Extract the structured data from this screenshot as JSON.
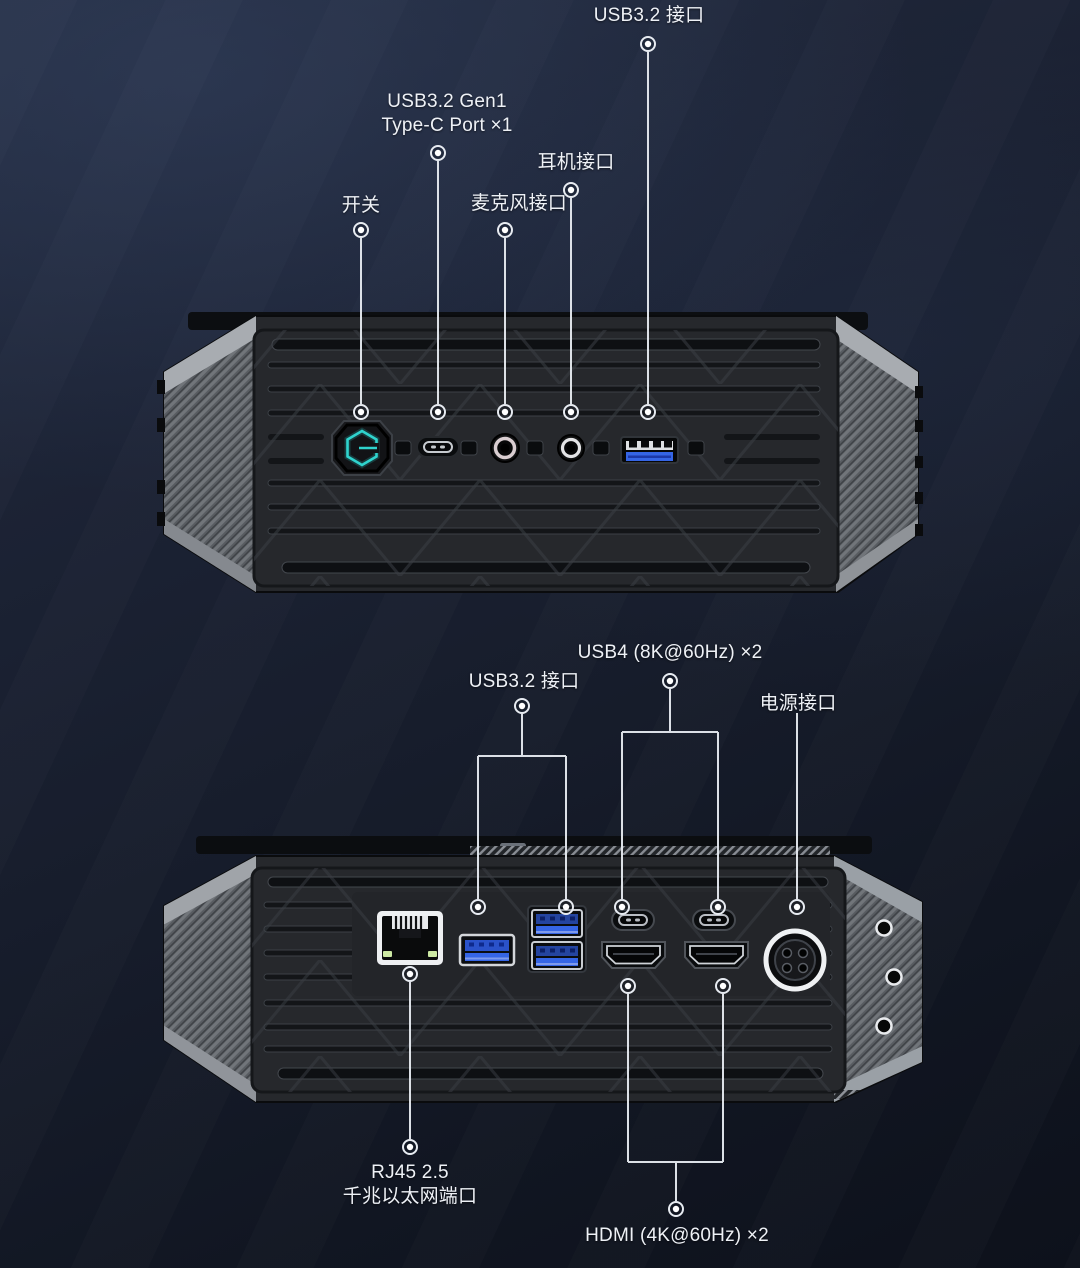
{
  "front_panel": {
    "labels": {
      "usb32": "USB3.2 接口",
      "typec1": "USB3.2 Gen1",
      "typec2": "Type-C Port ×1",
      "headphone": "耳机接口",
      "switch": "开关",
      "mic": "麦克风接口"
    },
    "ports": [
      "power-button",
      "usb-c-port",
      "mic-jack",
      "headphone-jack",
      "usb-a-port"
    ]
  },
  "rear_panel": {
    "labels": {
      "usb4": "USB4 (8K@60Hz) ×2",
      "usb32": "USB3.2 接口",
      "power": "电源接口",
      "rj45_1": "RJ45 2.5",
      "rj45_2": "千兆以太网端口",
      "hdmi": "HDMI (4K@60Hz) ×2"
    },
    "ports": [
      "rj45-port",
      "usb-a-port",
      "usb-a-dual-port",
      "usb4-type-c-port-1",
      "usb4-type-c-port-2",
      "hdmi-port-1",
      "hdmi-port-2",
      "dc-power-port"
    ]
  },
  "colors": {
    "accent_teal": "#2fd3cd",
    "usb_blue": "#3565e5",
    "led_green": "#cde9a4",
    "callout_line": "#e7ebf1",
    "label_text": "#eef1f6",
    "background_navy": "#1a2232"
  }
}
